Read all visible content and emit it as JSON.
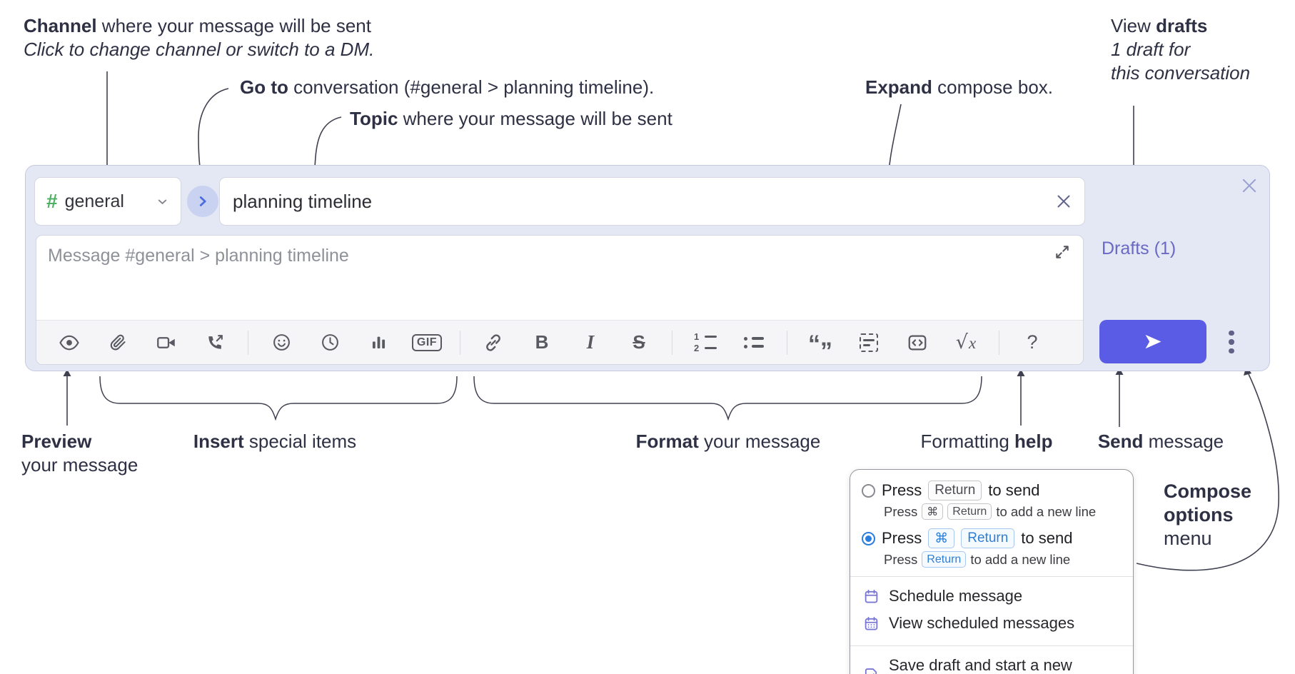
{
  "annotations": {
    "channel_line1_bold": "Channel",
    "channel_line1_rest": " where your message will be sent",
    "channel_line2": "Click to change channel or switch to a DM.",
    "goto_bold": "Go to",
    "goto_rest": " conversation (#general > planning timeline).",
    "topic_bold": "Topic",
    "topic_rest": " where your message will be sent",
    "expand_bold": "Expand",
    "expand_rest": " compose box.",
    "drafts_pre": "View ",
    "drafts_bold": "drafts",
    "drafts_line2": "1 draft for",
    "drafts_line3": "this conversation",
    "preview_bold": "Preview",
    "preview_line2": "your message",
    "insert_bold": "Insert",
    "insert_rest": " special items",
    "format_bold": "Format",
    "format_rest": " your message",
    "help_pre": "Formatting ",
    "help_bold": "help",
    "send_bold": "Send",
    "send_rest": " message",
    "compose_line1": "Compose",
    "compose_line2": "options",
    "compose_line3": "menu"
  },
  "compose": {
    "channel": {
      "hash": "#",
      "label": "general"
    },
    "topic_value": "planning timeline",
    "message_placeholder": "Message #general > planning timeline",
    "drafts_link": "Drafts (1)",
    "toolbar_glyphs": {
      "gif": "GIF",
      "bold": "B",
      "italic": "I",
      "strike": "S",
      "ol1": "1",
      "ol2": "2",
      "quote_open": "“",
      "quote_close": "”",
      "math_root": "√",
      "math_x": "x",
      "help": "?"
    }
  },
  "menu": {
    "option1": {
      "pre": "Press",
      "key": "Return",
      "post": "to send",
      "sub_pre": "Press",
      "sub_key1": "⌘",
      "sub_key2": "Return",
      "sub_post": "to add a new line"
    },
    "option2": {
      "pre": "Press",
      "key1": "⌘",
      "key2": "Return",
      "post": "to send",
      "sub_pre": "Press",
      "sub_key": "Return",
      "sub_post": "to add a new line"
    },
    "items": [
      {
        "label": "Schedule message",
        "icon": "calendar-icon"
      },
      {
        "label": "View scheduled messages",
        "icon": "calendar-grid-icon"
      },
      {
        "label": "Save draft and start a new message",
        "icon": "draft-save-icon"
      }
    ]
  },
  "colors": {
    "panel_bg": "#e4e7f4",
    "send_button": "#5b5ce5",
    "drafts_link": "#6a69c5",
    "hash_green": "#4fb065",
    "go_circle_bg": "#cad2f2",
    "go_chevron": "#4a6ce0",
    "radio_selected": "#2b7de0",
    "kbd_blue_text": "#2e7fd4",
    "menu_icon_purple": "#7a77d3",
    "annotation_text": "#2e3044"
  }
}
